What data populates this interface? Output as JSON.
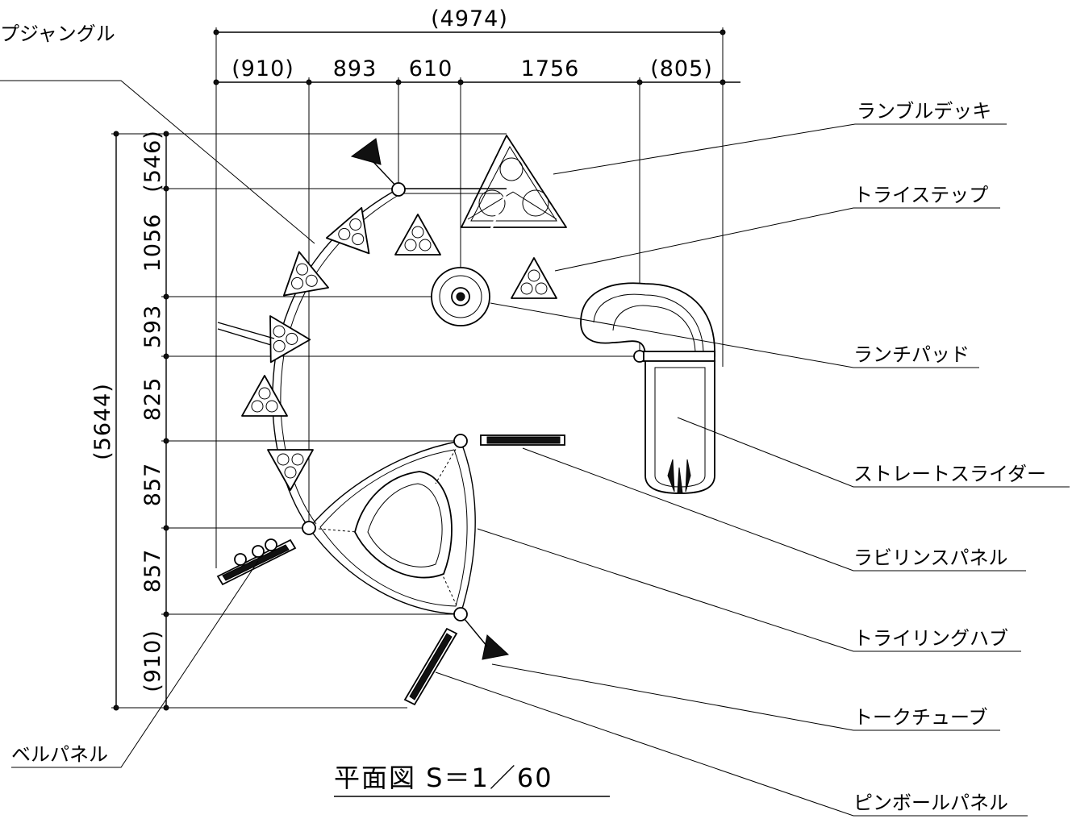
{
  "title": "平面図 S＝1／60",
  "dimensions": {
    "overall_width": "(4974)",
    "top": [
      "(910)",
      "893",
      "610",
      "1756",
      "(805)"
    ],
    "overall_depth": "(5644)",
    "left": [
      "(546)",
      "1056",
      "593",
      "825",
      "857",
      "857",
      "(910)"
    ]
  },
  "labels": {
    "loop_jungle": "プジャングル",
    "rumble_deck": "ランブルデッキ",
    "tri_step": "トライステップ",
    "launch_pad": "ランチパッド",
    "straight_slider": "ストレートスライダー",
    "labyrinth_panel": "ラビリンスパネル",
    "tri_ring_hub": "トライリングハブ",
    "talk_tube": "トークチューブ",
    "bell_panel": "ベルパネル",
    "pinball_panel": "ピンボールパネル"
  }
}
